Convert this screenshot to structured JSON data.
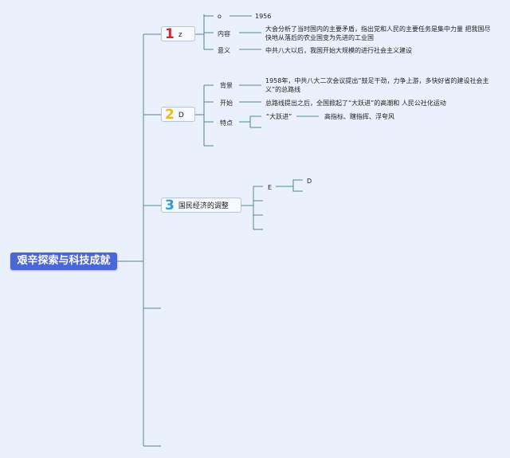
{
  "root": {
    "label": "艰辛探索与科技成就"
  },
  "colors": {
    "connector": "#4e8a8c",
    "root_fill": "#4a66d9",
    "background": "#eaf1fd"
  },
  "branches": [
    {
      "number": "1",
      "number_color": "#d8272d",
      "label": "z",
      "children": [
        {
          "label": "o",
          "value": "1956"
        },
        {
          "label": "内容",
          "value_lines": [
            "大会分析了当时国内的主要矛盾，指出党和人民的主要任务是集中力量 把我国尽",
            "快地从落后的农业国变为先进的工业国"
          ]
        },
        {
          "label": "意义",
          "value": "中共八大以后，我国开始大规模的进行社会主义建设"
        }
      ]
    },
    {
      "number": "2",
      "number_color": "#f1b814",
      "label": "D",
      "children": [
        {
          "label": "背景",
          "value_lines": [
            "1958年，中共八大二次会议提出“鼓足干劲，力争上游，多快好省的建设社会主",
            "义”的总路线"
          ]
        },
        {
          "label": "开始",
          "value": "总路线提出之后，全国掀起了“大跃进”的高潮和 人民公社化运动"
        },
        {
          "label": "特点",
          "sub": {
            "label": "“大跃进”",
            "value": "高指标、瞎指挥、浮夸风"
          }
        }
      ]
    },
    {
      "number": "3",
      "number_color": "#2a9bd9",
      "label": "国民经济的调整",
      "children": [
        {
          "label": "E",
          "sub_label": "D"
        }
      ]
    }
  ]
}
